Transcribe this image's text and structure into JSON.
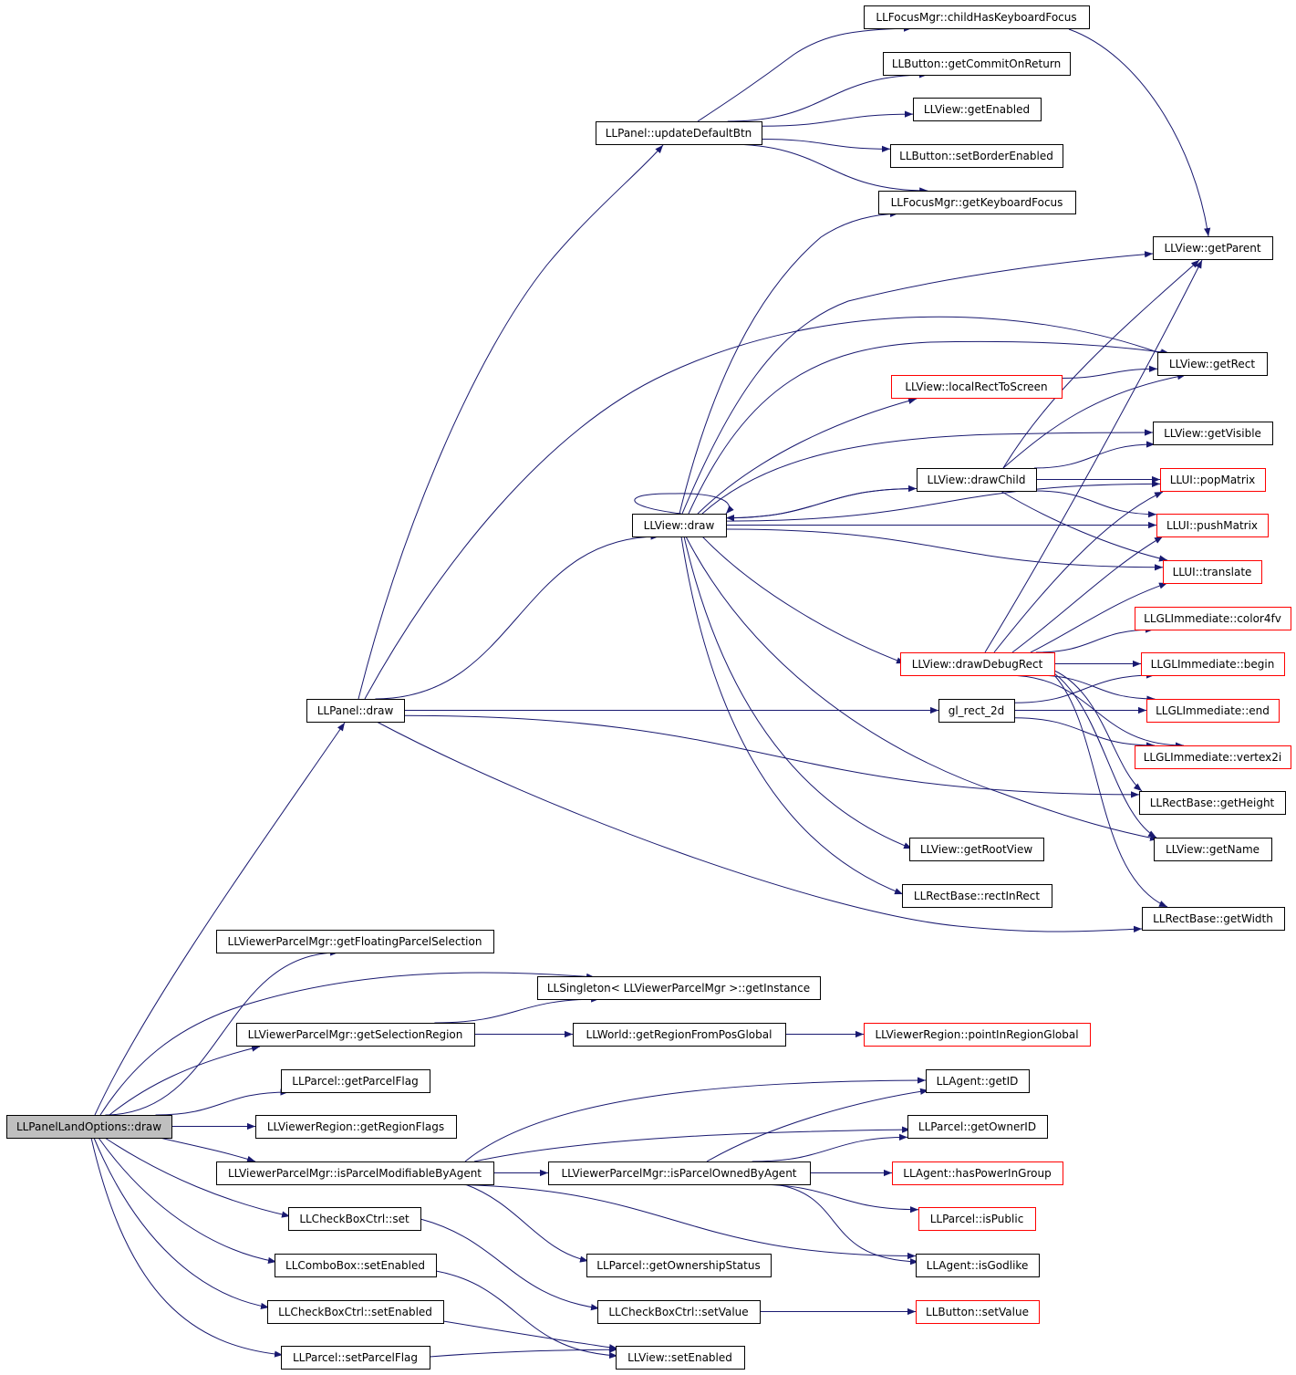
{
  "colors": {
    "edge": "#191970",
    "border_normal": "#000000",
    "border_truncated": "#ff0000",
    "root_fill": "#bfbfbf",
    "node_fill": "#ffffff",
    "text": "#000000"
  },
  "nodes": {
    "root": {
      "label": "LLPanelLandOptions::draw",
      "style": "root"
    },
    "panel_draw": {
      "label": "LLPanel::draw",
      "style": "normal"
    },
    "get_floating_sel": {
      "label": "LLViewerParcelMgr::getFloatingParcelSelection",
      "style": "normal"
    },
    "singleton": {
      "label": "LLSingleton< LLViewerParcelMgr >::getInstance",
      "style": "normal"
    },
    "get_sel_region": {
      "label": "LLViewerParcelMgr::getSelectionRegion",
      "style": "normal"
    },
    "get_region_from_pos": {
      "label": "LLWorld::getRegionFromPosGlobal",
      "style": "normal"
    },
    "point_in_region": {
      "label": "LLViewerRegion::pointInRegionGlobal",
      "style": "truncated"
    },
    "get_parcel_flag": {
      "label": "LLParcel::getParcelFlag",
      "style": "normal"
    },
    "get_region_flags": {
      "label": "LLViewerRegion::getRegionFlags",
      "style": "normal"
    },
    "is_modifiable": {
      "label": "LLViewerParcelMgr::isParcelModifiableByAgent",
      "style": "normal"
    },
    "is_owned": {
      "label": "LLViewerParcelMgr::isParcelOwnedByAgent",
      "style": "normal"
    },
    "agent_get_id": {
      "label": "LLAgent::getID",
      "style": "normal"
    },
    "get_owner_id": {
      "label": "LLParcel::getOwnerID",
      "style": "normal"
    },
    "has_power": {
      "label": "LLAgent::hasPowerInGroup",
      "style": "truncated"
    },
    "is_public": {
      "label": "LLParcel::isPublic",
      "style": "truncated"
    },
    "is_godlike": {
      "label": "LLAgent::isGodlike",
      "style": "normal"
    },
    "get_ownership": {
      "label": "LLParcel::getOwnershipStatus",
      "style": "normal"
    },
    "checkbox_set": {
      "label": "LLCheckBoxCtrl::set",
      "style": "normal"
    },
    "checkbox_setvalue": {
      "label": "LLCheckBoxCtrl::setValue",
      "style": "normal"
    },
    "button_setvalue": {
      "label": "LLButton::setValue",
      "style": "truncated"
    },
    "combo_enabled": {
      "label": "LLComboBox::setEnabled",
      "style": "normal"
    },
    "checkbox_enabled": {
      "label": "LLCheckBoxCtrl::setEnabled",
      "style": "normal"
    },
    "view_set_enabled": {
      "label": "LLView::setEnabled",
      "style": "normal"
    },
    "set_parcel_flag": {
      "label": "LLParcel::setParcelFlag",
      "style": "normal"
    },
    "update_default_btn": {
      "label": "LLPanel::updateDefaultBtn",
      "style": "normal"
    },
    "child_has_focus": {
      "label": "LLFocusMgr::childHasKeyboardFocus",
      "style": "normal"
    },
    "get_commit": {
      "label": "LLButton::getCommitOnReturn",
      "style": "normal"
    },
    "get_enabled": {
      "label": "LLView::getEnabled",
      "style": "normal"
    },
    "set_border": {
      "label": "LLButton::setBorderEnabled",
      "style": "normal"
    },
    "get_kbd_focus": {
      "label": "LLFocusMgr::getKeyboardFocus",
      "style": "normal"
    },
    "get_parent": {
      "label": "LLView::getParent",
      "style": "normal"
    },
    "get_rect": {
      "label": "LLView::getRect",
      "style": "normal"
    },
    "local_rect": {
      "label": "LLView::localRectToScreen",
      "style": "truncated"
    },
    "get_visible": {
      "label": "LLView::getVisible",
      "style": "normal"
    },
    "draw_child": {
      "label": "LLView::drawChild",
      "style": "normal"
    },
    "pop_matrix": {
      "label": "LLUI::popMatrix",
      "style": "truncated"
    },
    "view_draw": {
      "label": "LLView::draw",
      "style": "normal"
    },
    "push_matrix": {
      "label": "LLUI::pushMatrix",
      "style": "truncated"
    },
    "translate": {
      "label": "LLUI::translate",
      "style": "truncated"
    },
    "color4fv": {
      "label": "LLGLImmediate::color4fv",
      "style": "truncated"
    },
    "draw_debug_rect": {
      "label": "LLView::drawDebugRect",
      "style": "truncated"
    },
    "gl_begin": {
      "label": "LLGLImmediate::begin",
      "style": "truncated"
    },
    "gl_rect": {
      "label": "gl_rect_2d",
      "style": "normal"
    },
    "gl_end": {
      "label": "LLGLImmediate::end",
      "style": "truncated"
    },
    "vertex2i": {
      "label": "LLGLImmediate::vertex2i",
      "style": "truncated"
    },
    "get_height": {
      "label": "LLRectBase::getHeight",
      "style": "normal"
    },
    "get_root_view": {
      "label": "LLView::getRootView",
      "style": "normal"
    },
    "get_name": {
      "label": "LLView::getName",
      "style": "normal"
    },
    "rect_in_rect": {
      "label": "LLRectBase::rectInRect",
      "style": "normal"
    },
    "get_width": {
      "label": "LLRectBase::getWidth",
      "style": "normal"
    }
  },
  "edges": [
    [
      "root",
      "panel_draw"
    ],
    [
      "root",
      "get_floating_sel"
    ],
    [
      "root",
      "singleton"
    ],
    [
      "root",
      "get_sel_region"
    ],
    [
      "root",
      "get_parcel_flag"
    ],
    [
      "root",
      "get_region_flags"
    ],
    [
      "root",
      "is_modifiable"
    ],
    [
      "root",
      "checkbox_set"
    ],
    [
      "root",
      "combo_enabled"
    ],
    [
      "root",
      "checkbox_enabled"
    ],
    [
      "root",
      "set_parcel_flag"
    ],
    [
      "panel_draw",
      "update_default_btn"
    ],
    [
      "panel_draw",
      "view_draw"
    ],
    [
      "panel_draw",
      "get_rect"
    ],
    [
      "panel_draw",
      "gl_rect"
    ],
    [
      "panel_draw",
      "get_height"
    ],
    [
      "panel_draw",
      "get_width"
    ],
    [
      "update_default_btn",
      "child_has_focus"
    ],
    [
      "update_default_btn",
      "get_commit"
    ],
    [
      "update_default_btn",
      "get_enabled"
    ],
    [
      "update_default_btn",
      "set_border"
    ],
    [
      "update_default_btn",
      "get_kbd_focus"
    ],
    [
      "child_has_focus",
      "get_parent"
    ],
    [
      "view_draw",
      "view_draw"
    ],
    [
      "view_draw",
      "get_kbd_focus"
    ],
    [
      "view_draw",
      "get_parent"
    ],
    [
      "view_draw",
      "get_rect"
    ],
    [
      "view_draw",
      "local_rect"
    ],
    [
      "view_draw",
      "get_visible"
    ],
    [
      "view_draw",
      "draw_child"
    ],
    [
      "view_draw",
      "pop_matrix"
    ],
    [
      "view_draw",
      "push_matrix"
    ],
    [
      "view_draw",
      "translate"
    ],
    [
      "view_draw",
      "draw_debug_rect"
    ],
    [
      "view_draw",
      "get_name"
    ],
    [
      "view_draw",
      "get_root_view"
    ],
    [
      "view_draw",
      "rect_in_rect"
    ],
    [
      "local_rect",
      "get_rect"
    ],
    [
      "draw_child",
      "view_draw"
    ],
    [
      "draw_child",
      "get_rect"
    ],
    [
      "draw_child",
      "get_visible"
    ],
    [
      "draw_child",
      "pop_matrix"
    ],
    [
      "draw_child",
      "push_matrix"
    ],
    [
      "draw_child",
      "translate"
    ],
    [
      "draw_child",
      "get_parent"
    ],
    [
      "draw_debug_rect",
      "get_parent"
    ],
    [
      "draw_debug_rect",
      "pop_matrix"
    ],
    [
      "draw_debug_rect",
      "push_matrix"
    ],
    [
      "draw_debug_rect",
      "translate"
    ],
    [
      "draw_debug_rect",
      "color4fv"
    ],
    [
      "draw_debug_rect",
      "gl_begin"
    ],
    [
      "draw_debug_rect",
      "gl_end"
    ],
    [
      "draw_debug_rect",
      "vertex2i"
    ],
    [
      "draw_debug_rect",
      "get_height"
    ],
    [
      "draw_debug_rect",
      "get_name"
    ],
    [
      "draw_debug_rect",
      "get_width"
    ],
    [
      "gl_rect",
      "gl_begin"
    ],
    [
      "gl_rect",
      "gl_end"
    ],
    [
      "gl_rect",
      "vertex2i"
    ],
    [
      "get_sel_region",
      "singleton"
    ],
    [
      "get_sel_region",
      "get_region_from_pos"
    ],
    [
      "get_region_from_pos",
      "point_in_region"
    ],
    [
      "is_modifiable",
      "is_owned"
    ],
    [
      "is_modifiable",
      "agent_get_id"
    ],
    [
      "is_modifiable",
      "get_owner_id"
    ],
    [
      "is_modifiable",
      "get_ownership"
    ],
    [
      "is_modifiable",
      "is_godlike"
    ],
    [
      "is_owned",
      "agent_get_id"
    ],
    [
      "is_owned",
      "get_owner_id"
    ],
    [
      "is_owned",
      "has_power"
    ],
    [
      "is_owned",
      "is_public"
    ],
    [
      "is_owned",
      "is_godlike"
    ],
    [
      "checkbox_set",
      "checkbox_setvalue"
    ],
    [
      "checkbox_setvalue",
      "button_setvalue"
    ],
    [
      "combo_enabled",
      "view_set_enabled"
    ],
    [
      "checkbox_enabled",
      "view_set_enabled"
    ],
    [
      "set_parcel_flag",
      "view_set_enabled"
    ]
  ]
}
